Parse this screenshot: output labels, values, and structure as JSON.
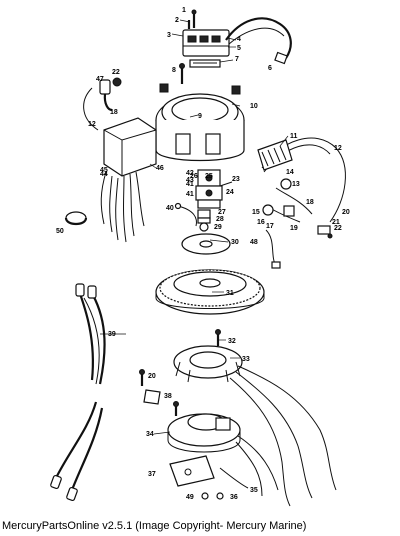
{
  "caption": "MercuryPartsOnline v2.5.1 (Image Copyright- Mercury Marine)",
  "callouts": [
    {
      "id": "c1",
      "text": "1"
    },
    {
      "id": "c2",
      "text": "2"
    },
    {
      "id": "c3",
      "text": "3"
    },
    {
      "id": "c4",
      "text": "4"
    },
    {
      "id": "c5",
      "text": "5"
    },
    {
      "id": "c6",
      "text": "6"
    },
    {
      "id": "c7",
      "text": "7"
    },
    {
      "id": "c8",
      "text": "8"
    },
    {
      "id": "c9",
      "text": "9"
    },
    {
      "id": "c10",
      "text": "10"
    },
    {
      "id": "c11",
      "text": "11"
    },
    {
      "id": "c12a",
      "text": "12"
    },
    {
      "id": "c12b",
      "text": "12"
    },
    {
      "id": "c13",
      "text": "13"
    },
    {
      "id": "c14",
      "text": "14"
    },
    {
      "id": "c15",
      "text": "15"
    },
    {
      "id": "c16",
      "text": "16"
    },
    {
      "id": "c17",
      "text": "17"
    },
    {
      "id": "c18a",
      "text": "18"
    },
    {
      "id": "c18b",
      "text": "18"
    },
    {
      "id": "c19",
      "text": "19"
    },
    {
      "id": "c20a",
      "text": "20"
    },
    {
      "id": "c20b",
      "text": "20"
    },
    {
      "id": "c21",
      "text": "21"
    },
    {
      "id": "c22a",
      "text": "22"
    },
    {
      "id": "c22b",
      "text": "22"
    },
    {
      "id": "c23",
      "text": "23"
    },
    {
      "id": "c24",
      "text": "24"
    },
    {
      "id": "c25",
      "text": "25"
    },
    {
      "id": "c26",
      "text": "26"
    },
    {
      "id": "c27",
      "text": "27"
    },
    {
      "id": "c28",
      "text": "28"
    },
    {
      "id": "c29",
      "text": "29"
    },
    {
      "id": "c30",
      "text": "30"
    },
    {
      "id": "c31",
      "text": "31"
    },
    {
      "id": "c32",
      "text": "32"
    },
    {
      "id": "c33",
      "text": "33"
    },
    {
      "id": "c34",
      "text": "34"
    },
    {
      "id": "c35",
      "text": "35"
    },
    {
      "id": "c36",
      "text": "36"
    },
    {
      "id": "c37",
      "text": "37"
    },
    {
      "id": "c38",
      "text": "38"
    },
    {
      "id": "c39",
      "text": "39"
    },
    {
      "id": "c40",
      "text": "40"
    },
    {
      "id": "c41a",
      "text": "41"
    },
    {
      "id": "c41b",
      "text": "41"
    },
    {
      "id": "c42",
      "text": "42"
    },
    {
      "id": "c43",
      "text": "43"
    },
    {
      "id": "c44",
      "text": "44"
    },
    {
      "id": "c45",
      "text": "45"
    },
    {
      "id": "c46",
      "text": "46"
    },
    {
      "id": "c47",
      "text": "47"
    },
    {
      "id": "c48",
      "text": "48"
    },
    {
      "id": "c49",
      "text": "49"
    },
    {
      "id": "c50",
      "text": "50"
    }
  ]
}
